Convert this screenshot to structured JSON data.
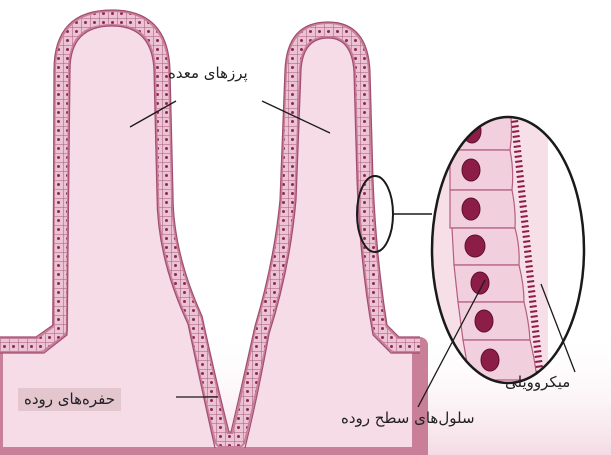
{
  "labels": {
    "villi": "پرزهای معده",
    "crypts": "حفره‌های روده",
    "microvilli": "میکروویلی",
    "surface_cells": "سلول‌های سطح روده"
  },
  "colors": {
    "epithelium": "#c97f98",
    "lamina": "#f6dce6",
    "cytoplasm": "#f3d2de",
    "nucleus": "#8c1d47",
    "outline": "#1a1a1a"
  }
}
